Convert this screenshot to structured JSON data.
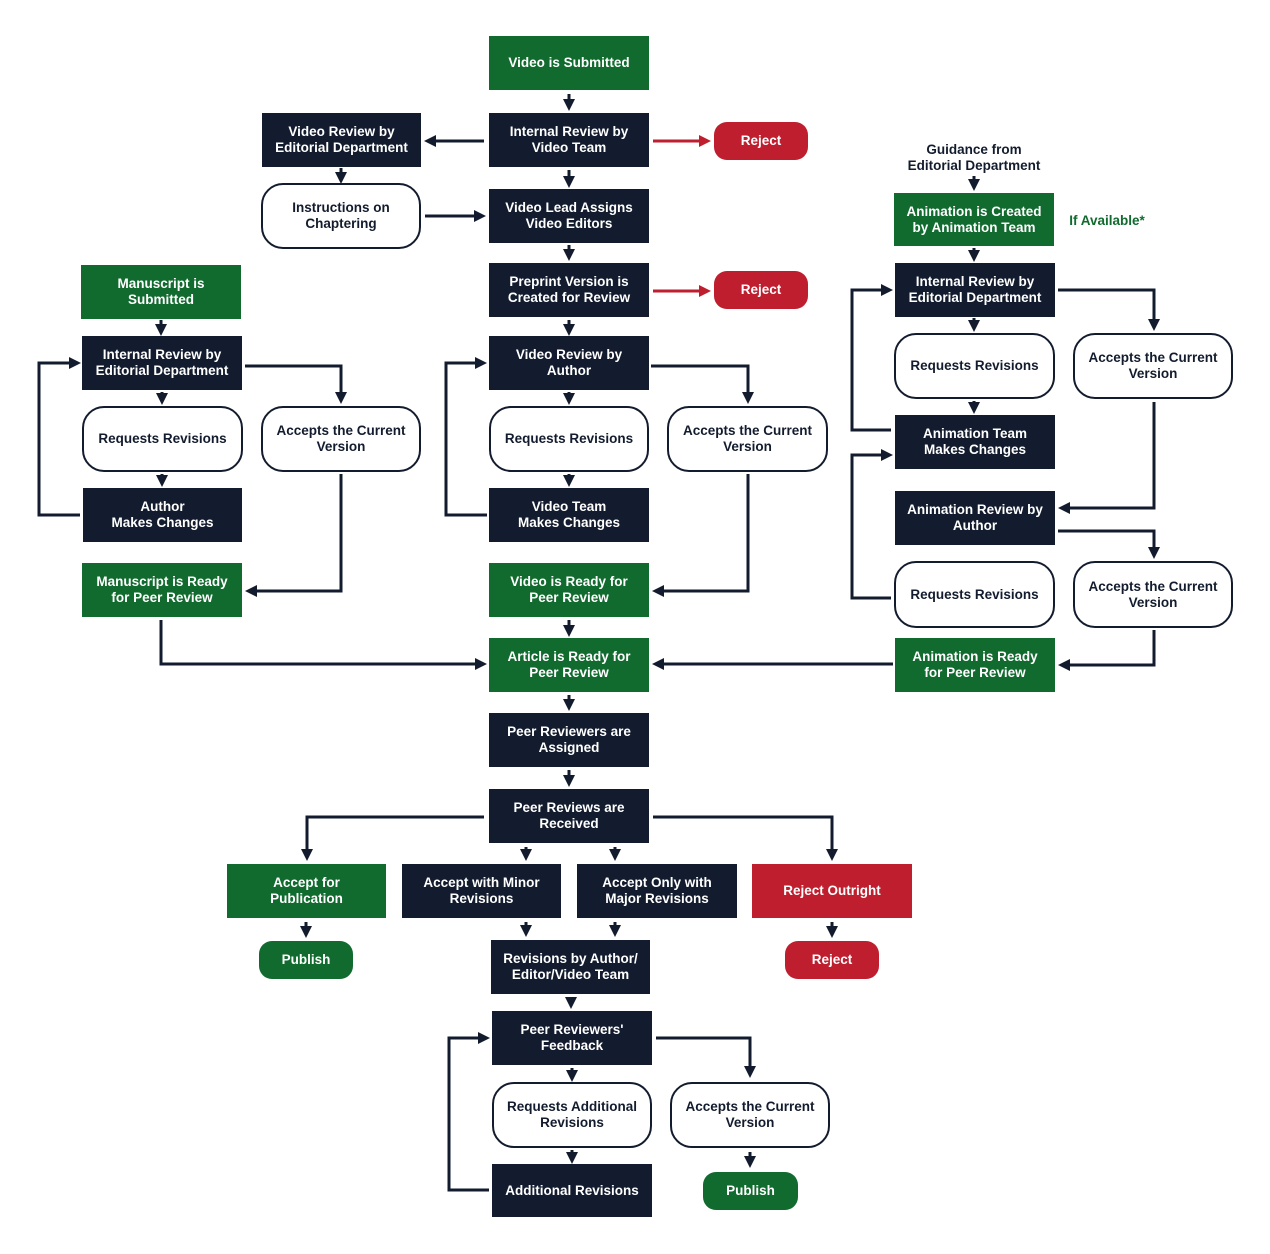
{
  "colors": {
    "navy": "#131c2e",
    "green": "#116a2e",
    "red": "#be1e2d",
    "white": "#ffffff"
  },
  "labels": {
    "guidance": "Guidance from\nEditorial Department",
    "if_available": "If Available*"
  },
  "video_track": {
    "submitted": "Video is Submitted",
    "internal_review": "Internal Review by\nVideo Team",
    "reject_1": "Reject",
    "editorial_review": "Video Review by\nEditorial Department",
    "chaptering": "Instructions on\nChaptering",
    "lead_assigns": "Video Lead Assigns\nVideo Editors",
    "preprint": "Preprint Version is\nCreated for Review",
    "reject_2": "Reject",
    "author_review": "Video Review by\nAuthor",
    "requests_revisions": "Requests Revisions",
    "accepts_version": "Accepts the Current\nVersion",
    "team_changes": "Video Team\nMakes Changes",
    "ready": "Video is Ready for\nPeer Review"
  },
  "manuscript_track": {
    "submitted": "Manuscript is\nSubmitted",
    "internal_review": "Internal Review by\nEditorial Department",
    "requests_revisions": "Requests Revisions",
    "accepts_version": "Accepts the Current\nVersion",
    "author_changes": "Author\nMakes Changes",
    "ready": "Manuscript is Ready\nfor Peer Review"
  },
  "animation_track": {
    "created": "Animation is Created\nby Animation Team",
    "internal_review": "Internal Review by\nEditorial Department",
    "requests_revisions_1": "Requests Revisions",
    "accepts_version_1": "Accepts the Current\nVersion",
    "team_changes": "Animation Team\nMakes Changes",
    "author_review": "Animation Review by\nAuthor",
    "requests_revisions_2": "Requests Revisions",
    "accepts_version_2": "Accepts the Current\nVersion",
    "ready": "Animation is Ready\nfor Peer Review"
  },
  "peer_review": {
    "article_ready": "Article is Ready for\nPeer Review",
    "assigned": "Peer Reviewers are\nAssigned",
    "received": "Peer Reviews are\nReceived",
    "accept_publication": "Accept for\nPublication",
    "accept_minor": "Accept with Minor\nRevisions",
    "accept_major": "Accept Only with\nMajor Revisions",
    "reject_outright": "Reject Outright",
    "publish_1": "Publish",
    "revisions_by": "Revisions by Author/\nEditor/Video Team",
    "reject_3": "Reject",
    "feedback": "Peer Reviewers'\nFeedback",
    "requests_additional": "Requests Additional\nRevisions",
    "accepts_version": "Accepts the Current\nVersion",
    "additional_revisions": "Additional Revisions",
    "publish_2": "Publish"
  }
}
